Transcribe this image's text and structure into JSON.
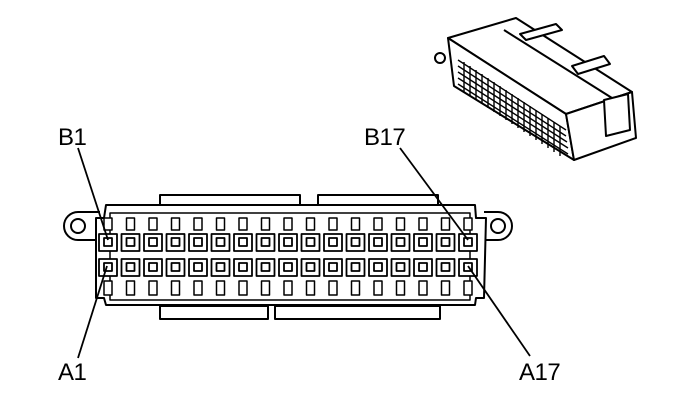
{
  "labels": {
    "b1": "B1",
    "b17": "B17",
    "a1": "A1",
    "a17": "A17"
  },
  "pin_rows": 2,
  "pins_per_row": 17,
  "colors": {
    "line": "#000000",
    "background": "#ffffff"
  }
}
